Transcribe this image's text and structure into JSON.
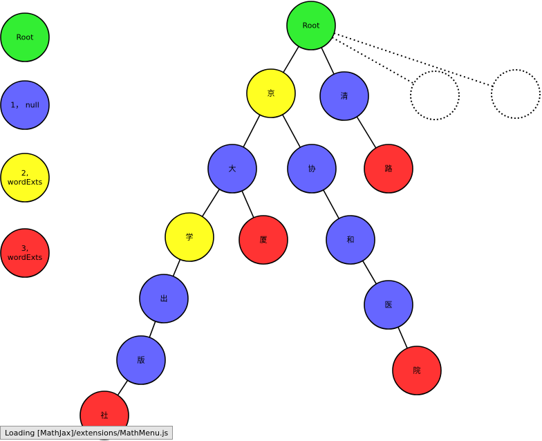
{
  "colors": {
    "root": "#33ee33",
    "level1": "#6666ff",
    "level2": "#ffff22",
    "level3": "#ff3333",
    "stroke": "#000000"
  },
  "legend": [
    {
      "id": "root",
      "label": [
        "Root"
      ],
      "color_key": "root"
    },
    {
      "id": "null",
      "label": [
        "1， null"
      ],
      "color_key": "level1"
    },
    {
      "id": "two",
      "label": [
        "2,",
        "wordExts"
      ],
      "color_key": "level2"
    },
    {
      "id": "three",
      "label": [
        "3,",
        "wordExts"
      ],
      "color_key": "level3"
    }
  ],
  "tree": {
    "nodes": [
      {
        "id": "root",
        "label": "Root",
        "color_key": "root"
      },
      {
        "id": "jing",
        "label": "京",
        "color_key": "level2"
      },
      {
        "id": "qing",
        "label": "清",
        "color_key": "level1"
      },
      {
        "id": "ghost1",
        "label": "",
        "color_key": null,
        "placeholder": true
      },
      {
        "id": "ghost2",
        "label": "",
        "color_key": null,
        "placeholder": true
      },
      {
        "id": "da",
        "label": "大",
        "color_key": "level1"
      },
      {
        "id": "xie",
        "label": "协",
        "color_key": "level1"
      },
      {
        "id": "lu",
        "label": "路",
        "color_key": "level3"
      },
      {
        "id": "xue",
        "label": "学",
        "color_key": "level2"
      },
      {
        "id": "sha",
        "label": "厦",
        "color_key": "level3"
      },
      {
        "id": "he",
        "label": "和",
        "color_key": "level1"
      },
      {
        "id": "chu",
        "label": "出",
        "color_key": "level1"
      },
      {
        "id": "yi",
        "label": "医",
        "color_key": "level1"
      },
      {
        "id": "ban",
        "label": "版",
        "color_key": "level1"
      },
      {
        "id": "yuan",
        "label": "院",
        "color_key": "level3"
      },
      {
        "id": "she",
        "label": "社",
        "color_key": "level3"
      }
    ],
    "edges": [
      {
        "from": "root",
        "to": "jing",
        "dashed": false
      },
      {
        "from": "root",
        "to": "qing",
        "dashed": false
      },
      {
        "from": "root",
        "to": "ghost1",
        "dashed": true
      },
      {
        "from": "root",
        "to": "ghost2",
        "dashed": true
      },
      {
        "from": "jing",
        "to": "da",
        "dashed": false
      },
      {
        "from": "jing",
        "to": "xie",
        "dashed": false
      },
      {
        "from": "qing",
        "to": "lu",
        "dashed": false
      },
      {
        "from": "da",
        "to": "xue",
        "dashed": false
      },
      {
        "from": "da",
        "to": "sha",
        "dashed": false
      },
      {
        "from": "xie",
        "to": "he",
        "dashed": false
      },
      {
        "from": "he",
        "to": "yi",
        "dashed": false
      },
      {
        "from": "yi",
        "to": "yuan",
        "dashed": false
      },
      {
        "from": "xue",
        "to": "chu",
        "dashed": false
      },
      {
        "from": "chu",
        "to": "ban",
        "dashed": false
      },
      {
        "from": "ban",
        "to": "she",
        "dashed": false
      }
    ]
  },
  "status_bar": {
    "text": "Loading [MathJax]/extensions/MathMenu.js"
  }
}
